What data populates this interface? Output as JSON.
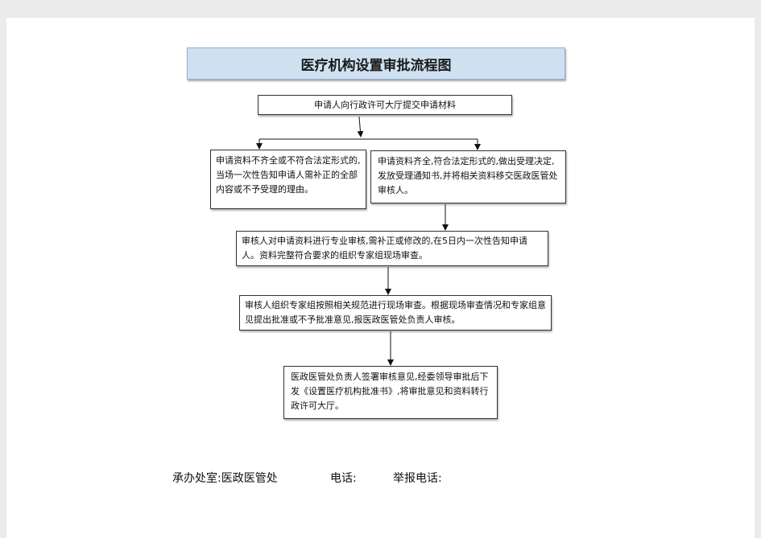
{
  "title": "医疗机构设置审批流程图",
  "steps": {
    "submit": "申请人向行政许可大厅提交申请材料",
    "reject": "申请资料不齐全或不符合法定形式的,当场一次性告知申请人需补正的全部内容或不予受理的理由。",
    "accept": "申请资料齐全,符合法定形式的,做出受理决定,发放受理通知书,并将相关资料移交医政医管处审核人。",
    "review": "审核人对申请资料进行专业审核,需补正或修改的,在5日内一次性告知申请人。资料完整符合要求的组织专家组现场审查。",
    "onsite": "审核人组织专家组按照相关规范进行现场审查。根据现场审查情况和专家组意见提出批准或不予批准意见,报医政医管处负责人审核。",
    "final": "医政医管处负责人签署审核意见,经委领导审批后下发《设置医疗机构批准书》,将审批意见和资料转行政许可大厅。"
  },
  "footer": {
    "office": "承办处室:医政医管处",
    "phone": "电话:",
    "report_phone": "举报电话:"
  }
}
